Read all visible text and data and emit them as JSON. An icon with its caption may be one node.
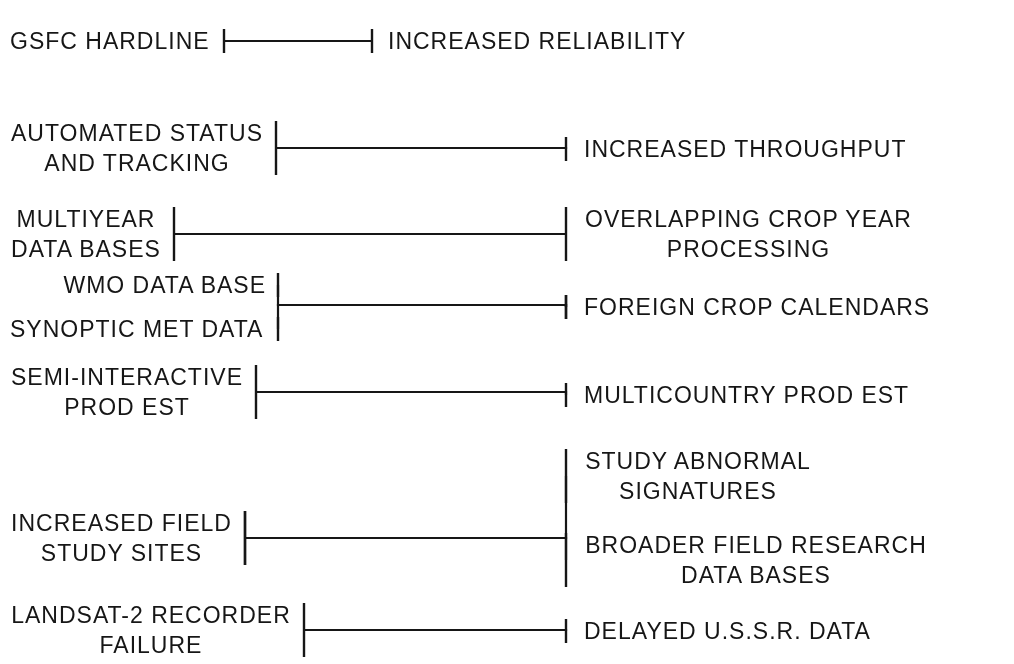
{
  "diagram": {
    "nodes": [
      {
        "text": [
          "GSFC HARDLINE"
        ]
      },
      {
        "text": [
          "INCREASED RELIABILITY"
        ]
      },
      {
        "text": [
          "AUTOMATED STATUS AND TRACKING"
        ]
      },
      {
        "text": [
          "INCREASED THROUGHPUT"
        ]
      },
      {
        "text": [
          "MULTIYEAR DATA BASES"
        ]
      },
      {
        "text": [
          "OVERLAPPING CROP YEAR PROCESSING"
        ]
      },
      {
        "text": [
          "WMO DATA BASE"
        ]
      },
      {
        "text": [
          "SYNOPTIC MET DATA"
        ]
      },
      {
        "text": [
          "FOREIGN CROP CALENDARS"
        ]
      },
      {
        "text": [
          "SEMI-INTERACTIVE PROD EST"
        ]
      },
      {
        "text": [
          "MULTICOUNTRY PROD EST"
        ]
      },
      {
        "text": [
          "INCREASED FIELD STUDY SITES"
        ]
      },
      {
        "text": [
          "STUDY ABNORMAL SIGNATURES"
        ]
      },
      {
        "text": [
          "BROADER FIELD RESEARCH DATA BASES"
        ]
      },
      {
        "text": [
          "LANDSAT-2 RECORDER FAILURE"
        ]
      },
      {
        "text": [
          "DELAYED U.S.S.R. DATA"
        ]
      }
    ],
    "edges": [
      {
        "from": 0,
        "to": 1,
        "arrow": "other"
      },
      {
        "from": 2,
        "to": 3,
        "arrow": "other"
      },
      {
        "from": 4,
        "to": 5,
        "arrow": "other"
      },
      {
        "from": 6,
        "to": 8,
        "arrow": "other"
      },
      {
        "from": 7,
        "to": 8,
        "arrow": "other"
      },
      {
        "from": 9,
        "to": 10,
        "arrow": "other"
      },
      {
        "from": 11,
        "to": 12,
        "arrow": "other"
      },
      {
        "from": 11,
        "to": 13,
        "arrow": "other"
      },
      {
        "from": 14,
        "to": 15,
        "arrow": "other"
      }
    ]
  }
}
